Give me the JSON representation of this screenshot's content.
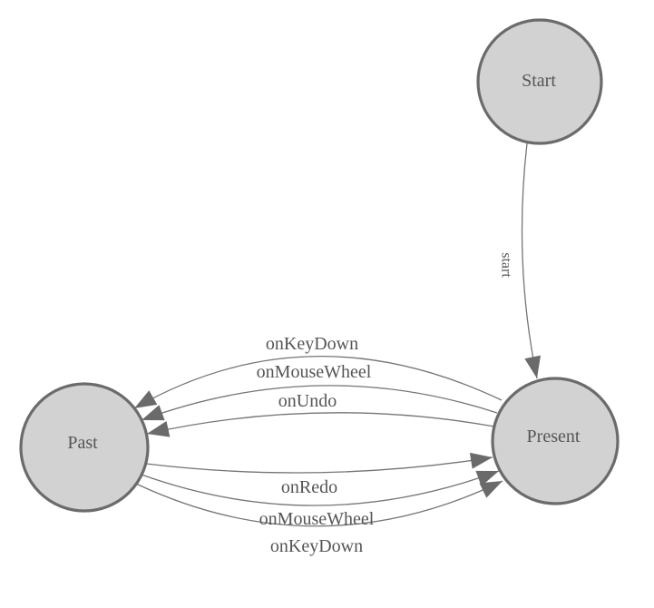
{
  "diagram": {
    "type": "state-machine",
    "background": "#ffffff",
    "colors": {
      "node_fill": "#d2d2d2",
      "node_stroke": "#6b6b6b",
      "edge_stroke": "#757575",
      "arrow_fill": "#6a6a6a",
      "label_text": "#555555"
    },
    "nodes": [
      {
        "id": "start",
        "label": "Start"
      },
      {
        "id": "present",
        "label": "Present"
      },
      {
        "id": "past",
        "label": "Past"
      }
    ],
    "edges": [
      {
        "from": "start",
        "to": "present",
        "label": "start"
      },
      {
        "from": "present",
        "to": "past",
        "label": "onKeyDown"
      },
      {
        "from": "present",
        "to": "past",
        "label": "onMouseWheel"
      },
      {
        "from": "present",
        "to": "past",
        "label": "onUndo"
      },
      {
        "from": "past",
        "to": "present",
        "label": "onRedo"
      },
      {
        "from": "past",
        "to": "present",
        "label": "onMouseWheel"
      },
      {
        "from": "past",
        "to": "present",
        "label": "onKeyDown"
      }
    ]
  }
}
